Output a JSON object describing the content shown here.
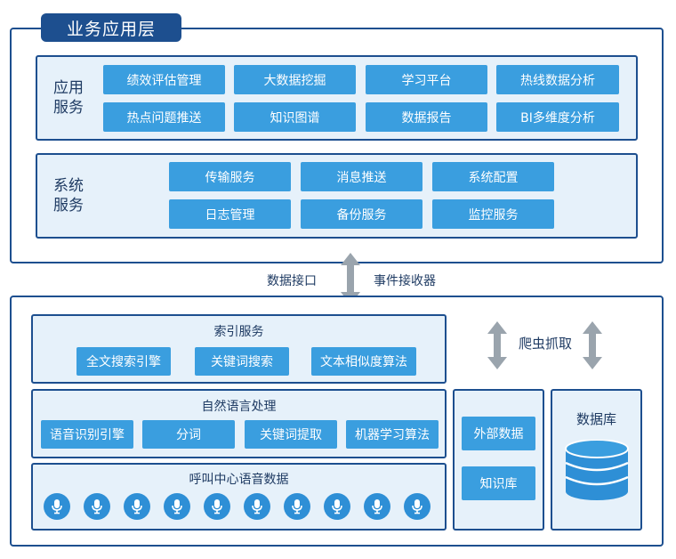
{
  "business_layer": {
    "title": "业务应用层",
    "app_services": {
      "label": "应用\n服务",
      "items": [
        "绩效评估管理",
        "大数据挖掘",
        "学习平台",
        "热线数据分析",
        "热点问题推送",
        "知识图谱",
        "数据报告",
        "BI多维度分析"
      ]
    },
    "system_services": {
      "label": "系统\n服务",
      "items": [
        "传输服务",
        "消息推送",
        "系统配置",
        "日志管理",
        "备份服务",
        "监控服务"
      ]
    }
  },
  "connector": {
    "left": "数据接口",
    "right": "事件接收器"
  },
  "data_layer": {
    "index": {
      "title": "索引服务",
      "items": [
        "全文搜索引擎",
        "关键词搜索",
        "文本相似度算法"
      ]
    },
    "nlp": {
      "title": "自然语言处理",
      "items": [
        "语音识别引擎",
        "分词",
        "关键词提取",
        "机器学习算法"
      ]
    },
    "call_center": {
      "title": "呼叫中心语音数据",
      "mic_count": 10
    },
    "crawler": {
      "label": "爬虫抓取"
    },
    "external": {
      "items": [
        "外部数据",
        "知识库"
      ]
    },
    "database": {
      "title": "数据库"
    }
  },
  "colors": {
    "frame": "#1d4f8f",
    "button": "#3a9edf",
    "panel_bg": "#e6f1fa",
    "arrow": "#9aa4ad"
  }
}
